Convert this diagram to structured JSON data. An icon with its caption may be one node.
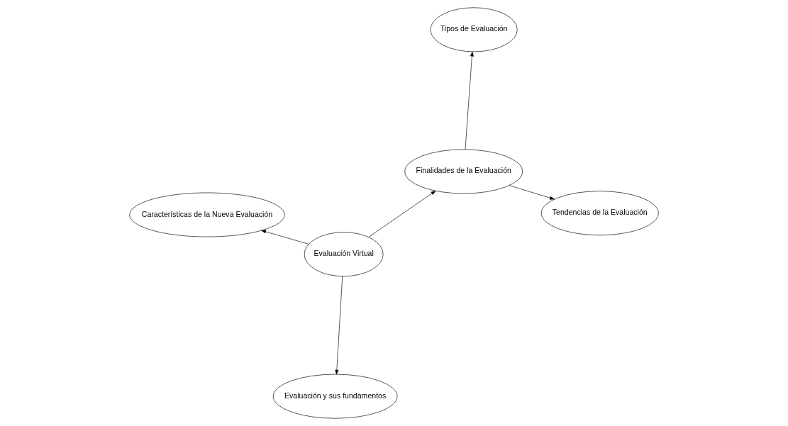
{
  "diagram": {
    "nodes": [
      {
        "text": [
          "Características de la Nueva Evaluación"
        ]
      },
      {
        "text": [
          "Tendencias de la Evaluación"
        ]
      },
      {
        "text": [
          "Evaluación y sus fundamentos"
        ]
      },
      {
        "text": [
          "Evaluación Virtual"
        ]
      },
      {
        "text": [
          "Finalidades de la Evaluación"
        ]
      },
      {
        "text": [
          "Tipos de Evaluación"
        ]
      }
    ],
    "edges": [
      {
        "from": 3,
        "to": 0,
        "arrow": "to"
      },
      {
        "from": 3,
        "to": 2,
        "arrow": "to"
      },
      {
        "from": 3,
        "to": 4,
        "arrow": "to"
      },
      {
        "from": 4,
        "to": 1,
        "arrow": "to"
      },
      {
        "from": 4,
        "to": 5,
        "arrow": "to"
      }
    ]
  }
}
